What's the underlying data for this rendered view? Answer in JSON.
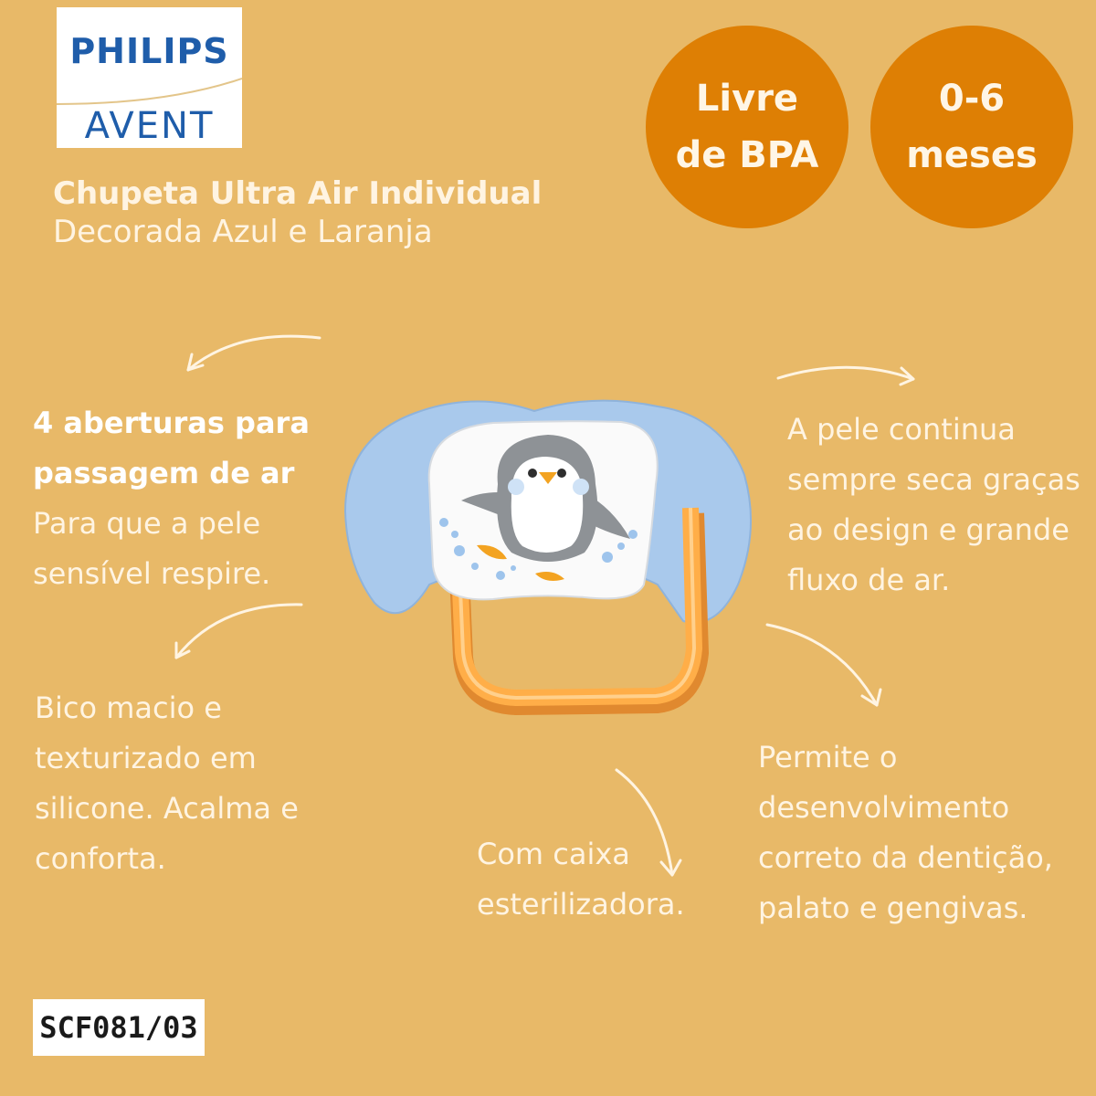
{
  "colors": {
    "background": "#E8B968",
    "brand_blue": "#1F5DAA",
    "badge": "#DE7F04",
    "badge_text": "#FFF6E6",
    "text_light": "#FFF4E2",
    "feature_bold": "#FFFFFF",
    "shield_blue": "#A9C9EC",
    "ring_orange": "#FFAE48",
    "penguin_gray": "#8E9296",
    "beak_orange": "#F3A321",
    "sku_bg": "#FFFFFF",
    "sku_text": "#1A1A1A"
  },
  "brand": {
    "top": "PHILIPS",
    "bottom": "AVENT"
  },
  "product": {
    "title": "Chupeta Ultra Air Individual",
    "subtitle": "Decorada Azul e Laranja"
  },
  "badges": [
    {
      "line1": "Livre",
      "line2": "de BPA"
    },
    {
      "line1": "0-6",
      "line2": "meses"
    }
  ],
  "features": {
    "air_openings": {
      "heading_lines": [
        "4 aberturas para",
        "passagem de ar"
      ],
      "body_lines": [
        "Para que a pele",
        "sensível respire."
      ]
    },
    "dry_skin": {
      "body_lines": [
        "A pele continua",
        "sempre seca graças",
        "ao design e grande",
        "fluxo de ar."
      ]
    },
    "soft_nipple": {
      "body_lines": [
        "Bico macio e",
        "texturizado em",
        "silicone. Acalma e",
        "conforta."
      ]
    },
    "development": {
      "body_lines": [
        "Permite o",
        "desenvolvimento",
        "correto da dentição,",
        "palato e gengivas."
      ]
    },
    "sterilizer_case": {
      "body_lines": [
        "Com caixa",
        "esterilizadora."
      ]
    }
  },
  "sku": "SCF081/03",
  "icons": [
    "curved-arrow-icon",
    "penguin-icon",
    "pacifier-image"
  ]
}
